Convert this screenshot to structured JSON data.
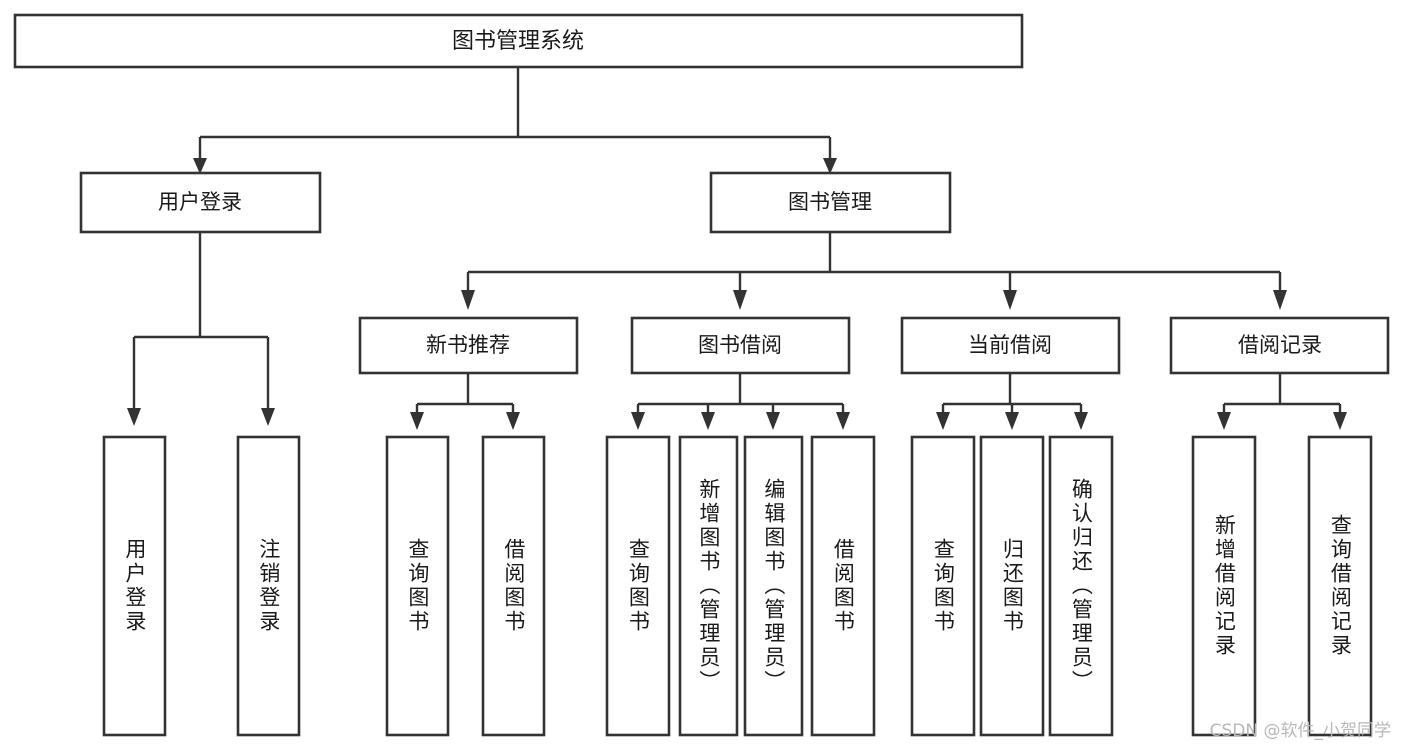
{
  "diagram": {
    "title": "图书管理系统",
    "type": "tree",
    "watermark": "CSDN @软件_小贺同学",
    "colors": {
      "background": "#ffffff",
      "stroke": "#333333",
      "text": "#1a1a1a",
      "watermark": "#b8b8b8"
    },
    "levels": {
      "root": {
        "label": "图书管理系统"
      },
      "level2": [
        {
          "label": "用户登录"
        },
        {
          "label": "图书管理"
        }
      ],
      "level3": [
        {
          "label": "新书推荐"
        },
        {
          "label": "图书借阅"
        },
        {
          "label": "当前借阅"
        },
        {
          "label": "借阅记录"
        }
      ],
      "leaves": {
        "user_login": [
          {
            "label": "用户登录"
          },
          {
            "label": "注销登录"
          }
        ],
        "new_book": [
          {
            "label": "查询图书"
          },
          {
            "label": "借阅图书"
          }
        ],
        "book_borrow": [
          {
            "label": "查询图书"
          },
          {
            "label": "新增图书（管理员）"
          },
          {
            "label": "编辑图书（管理员）"
          },
          {
            "label": "借阅图书"
          }
        ],
        "current_borrow": [
          {
            "label": "查询图书"
          },
          {
            "label": "归还图书"
          },
          {
            "label": "确认归还（管理员）"
          }
        ],
        "borrow_record": [
          {
            "label": "新增借阅记录"
          },
          {
            "label": "查询借阅记录"
          }
        ]
      }
    }
  }
}
